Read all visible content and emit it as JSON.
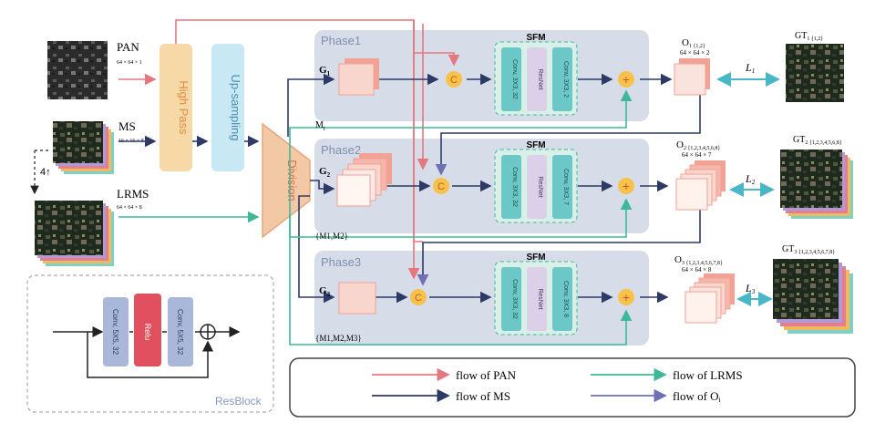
{
  "inputs": {
    "pan": {
      "label": "PAN",
      "size": "64 × 64 × 1"
    },
    "ms": {
      "label": "MS",
      "size": "16 × 16 × 8"
    },
    "upscale": "4↑",
    "lrms": {
      "label": "LRMS",
      "size": "64 × 64 × 8"
    }
  },
  "blocks": {
    "high_pass": "High Pass",
    "up_sampling": "Up-sampling",
    "division": "Division"
  },
  "phases": [
    {
      "title": "Phase1",
      "group": "G",
      "group_sub": "1",
      "mask": "M",
      "mask_sub": "1",
      "sfm": {
        "title": "SFM",
        "conv1": "Conv, 3X3, 32",
        "resnet": "ResNet",
        "conv2": "Conv, 3X3, 2"
      },
      "output": {
        "label": "O",
        "sub": "1 {1,2}",
        "size": "64 × 64 × 2"
      },
      "loss": {
        "symbol": "L",
        "sub": "1"
      },
      "gt": {
        "label": "GT",
        "sub": "1 {1,2}"
      }
    },
    {
      "title": "Phase2",
      "group": "G",
      "group_sub": "2",
      "mask": "{M1,M2}",
      "sfm": {
        "title": "SFM",
        "conv1": "Conv, 3X3, 32",
        "resnet": "ResNet",
        "conv2": "Conv, 3X3, 7"
      },
      "output": {
        "label": "O",
        "sub": "2 {1,2,3,4,5,6,8}",
        "size": "64 × 64 × 7"
      },
      "loss": {
        "symbol": "L",
        "sub": "2"
      },
      "gt": {
        "label": "GT",
        "sub": "2 {1,2,3,4,5,6,8}"
      }
    },
    {
      "title": "Phase3",
      "group": "G",
      "group_sub": "3",
      "mask": "{M1,M2,M3}",
      "sfm": {
        "title": "SFM",
        "conv1": "Conv, 3X3, 32",
        "resnet": "ResNet",
        "conv2": "Conv, 3X3, 8"
      },
      "output": {
        "label": "O",
        "sub": "3 {1,2,3,4,5,6,7,8}",
        "size": "64 × 64 × 8"
      },
      "loss": {
        "symbol": "L",
        "sub": "3"
      },
      "gt": {
        "label": "GT",
        "sub": "3 {1,2,3,4,5,6,7,8}"
      }
    }
  ],
  "operators": {
    "concat": "C",
    "add": "+"
  },
  "resblock": {
    "title": "ResBlock",
    "conv1": "Conv, 5X5, 32",
    "relu": "Relu",
    "conv2": "Conv, 5X5, 32"
  },
  "legend": [
    {
      "label": "flow of PAN",
      "color": "#e5777f"
    },
    {
      "label": "flow of  LRMS",
      "color": "#3fb89a"
    },
    {
      "label": "flow of MS",
      "color": "#2e3a66"
    },
    {
      "label": "flow of O",
      "sub": "i",
      "color": "#6f6fb5"
    }
  ],
  "colors": {
    "pan_flow": "#e5777f",
    "ms_flow": "#2e3a66",
    "lrms_flow": "#3fb89a",
    "o_flow": "#6f6fb5",
    "phase_bg": "#d7dde8",
    "high_pass_fill": "#f7d9a8",
    "upsample_fill": "#c8e8f3",
    "division_fill": "#f3c9a5",
    "conv_fill": "#6cc8c6",
    "resnet_fill": "#dcd0e8",
    "relu_fill": "#e0505e",
    "resconv_fill": "#a9b7d8",
    "operator_fill": "#f8c24a",
    "loss_arrow": "#4ab7c7"
  }
}
